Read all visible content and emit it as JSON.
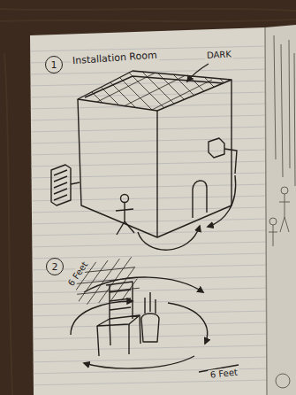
{
  "diagram": {
    "title": "Installation Room",
    "nodes": [
      {
        "text": [
          "1"
        ]
      },
      {
        "text": [
          "2"
        ]
      }
    ],
    "labels": [
      "DARK",
      "6 Feet",
      "6 Feet"
    ]
  }
}
